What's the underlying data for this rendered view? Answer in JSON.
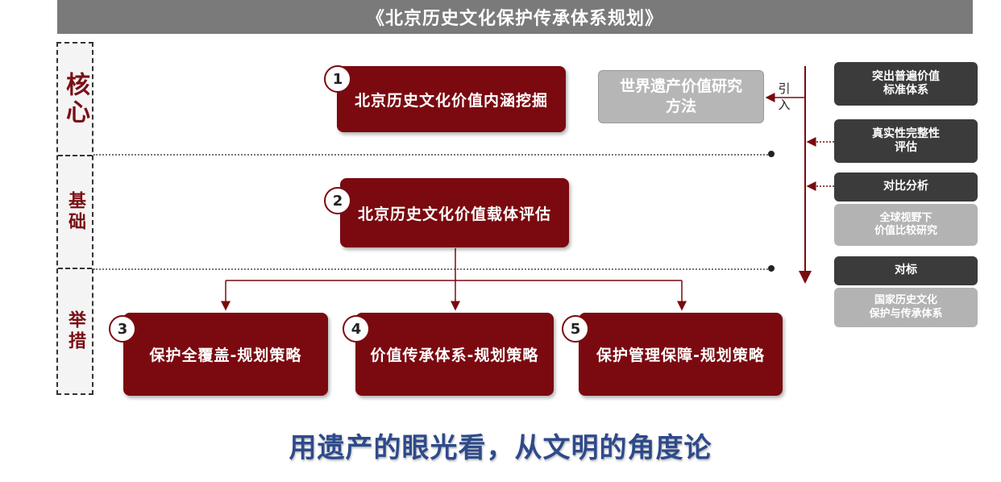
{
  "title": "《北京历史文化保护传承体系规划》",
  "side": {
    "core": "核心",
    "base": "基础",
    "measure": "举措"
  },
  "boxes": [
    {
      "num": "1",
      "label": "北京历史文化价值内涵挖掘"
    },
    {
      "num": "2",
      "label": "北京历史文化价值载体评估"
    },
    {
      "num": "3",
      "label": "保护全覆盖-规划策略"
    },
    {
      "num": "4",
      "label": "价值传承体系-规划策略"
    },
    {
      "num": "5",
      "label": "保护管理保障-规划策略"
    }
  ],
  "method": {
    "line1": "世界遗产价值研究",
    "line2": "方法"
  },
  "intro": {
    "line1": "引",
    "line2": "入"
  },
  "right_items": [
    {
      "line1": "突出普遍价值",
      "line2": "标准体系"
    },
    {
      "line1": "真实性完整性",
      "line2": "评估"
    },
    {
      "line1": "对比分析"
    },
    {
      "line1": "全球视野下",
      "line2": "价值比较研究"
    },
    {
      "line1": "对标"
    },
    {
      "line1": "国家历史文化",
      "line2": "保护与传承体系"
    }
  ],
  "slogan": "用遗产的眼光看，从文明的角度论",
  "colors": {
    "dark_red": "#7a0a10",
    "side_text": "#7a0f14",
    "slogan": "#2e4a8a",
    "title_bar": "#7a7a7a"
  }
}
